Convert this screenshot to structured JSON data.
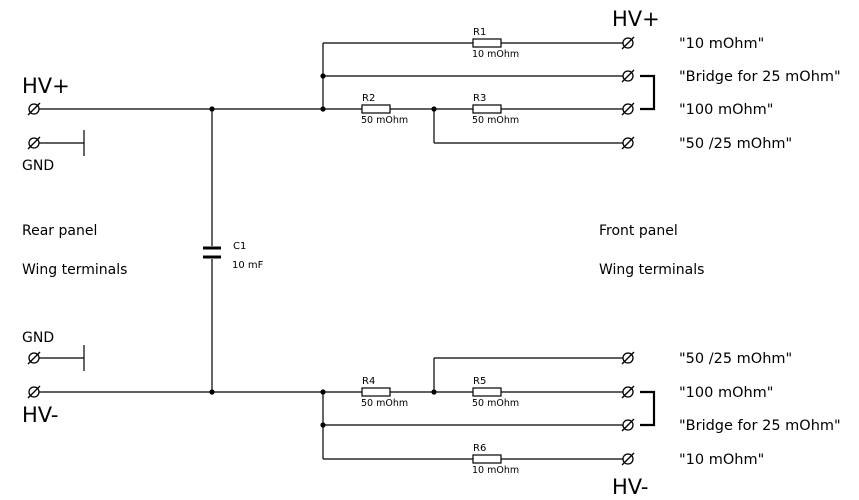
{
  "rear": {
    "hv_plus": "HV+",
    "gnd_top": "GND",
    "panel": "Rear panel",
    "wing": "Wing terminals",
    "gnd_bottom": "GND",
    "hv_minus": "HV-"
  },
  "front": {
    "hv_plus": "HV+",
    "panel": "Front panel",
    "wing": "Wing terminals",
    "hv_minus": "HV-"
  },
  "capacitor": {
    "ref": "C1",
    "value": "10 mF"
  },
  "resistors": {
    "r1": {
      "ref": "R1",
      "value": "10 mOhm"
    },
    "r2": {
      "ref": "R2",
      "value": "50 mOhm"
    },
    "r3": {
      "ref": "R3",
      "value": "50 mOhm"
    },
    "r4": {
      "ref": "R4",
      "value": "50 mOhm"
    },
    "r5": {
      "ref": "R5",
      "value": "50 mOhm"
    },
    "r6": {
      "ref": "R6",
      "value": "10 mOhm"
    }
  },
  "terminal_labels": {
    "t1": "\"10 mOhm\"",
    "t2": "\"Bridge for 25 mOhm\"",
    "t3": "\"100 mOhm\"",
    "t4": "\"50 /25 mOhm\"",
    "b1": "\"50 /25 mOhm\"",
    "b2": "\"100 mOhm\"",
    "b3": "\"Bridge for 25 mOhm\"",
    "b4": "\"10 mOhm\""
  }
}
